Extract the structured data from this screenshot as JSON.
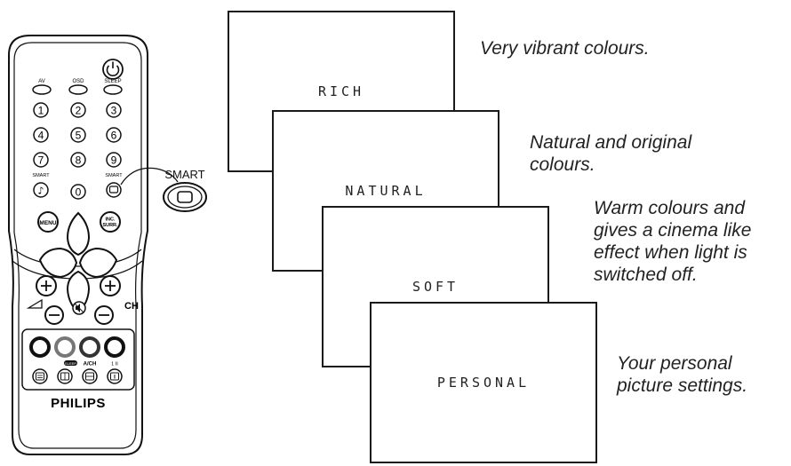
{
  "remote": {
    "brand": "PHILIPS",
    "top_labels": {
      "av": "AV",
      "osd": "OSD",
      "sleep": "SLEEP"
    },
    "digits": [
      "1",
      "2",
      "3",
      "4",
      "5",
      "6",
      "7",
      "8",
      "9",
      "0"
    ],
    "smart_label_left": "SMART",
    "smart_label_right": "SMART",
    "menu_label": "MENU",
    "inc_surr_label_line1": "INC.",
    "inc_surr_label_line2": "SURR.",
    "ch_label": "CH",
    "lower_labels": {
      "sleep_pill": "SLEEP",
      "ach": "A/CH",
      "dual": "1 II"
    }
  },
  "callout": {
    "label": "SMART"
  },
  "screens": [
    {
      "label": "RICH",
      "description_lines": [
        "Very vibrant colours."
      ]
    },
    {
      "label": "NATURAL",
      "description_lines": [
        "Natural and original",
        "colours."
      ]
    },
    {
      "label": "SOFT",
      "description_lines": [
        "Warm colours and",
        "gives a cinema like",
        "effect when light is",
        "switched off."
      ]
    },
    {
      "label": "PERSONAL",
      "description_lines": [
        "Your personal",
        "picture settings."
      ]
    }
  ],
  "colors": {
    "ink": "#1a1a1a",
    "paper": "#ffffff"
  }
}
